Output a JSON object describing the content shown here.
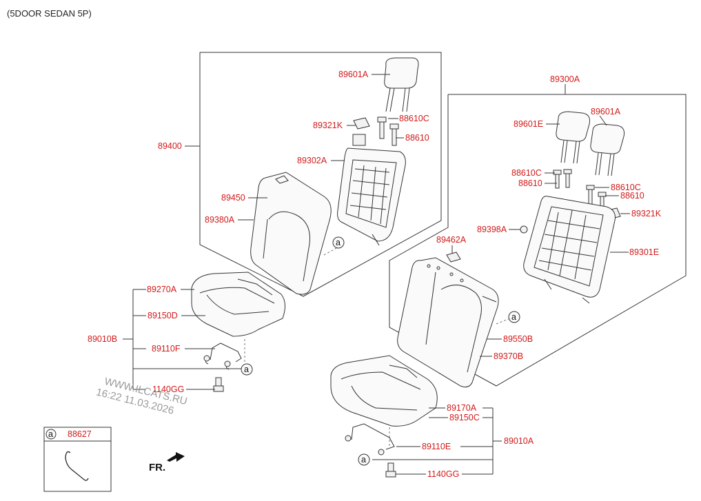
{
  "header": {
    "variant": "(5DOOR SEDAN 5P)"
  },
  "labels": {
    "p89601A_left": "89601A",
    "p89321K_left": "89321K",
    "p88610C_left": "88610C",
    "p88610_left": "88610",
    "p89400": "89400",
    "p89302A": "89302A",
    "p89450": "89450",
    "p89380A": "89380A",
    "p89270A": "89270A",
    "p89150D": "89150D",
    "p89010B": "89010B",
    "p89110F": "89110F",
    "p1140GG_left": "1140GG",
    "p89300A": "89300A",
    "p89601E": "89601E",
    "p89601A_right": "89601A",
    "p88610C_r1": "88610C",
    "p88610_r1": "88610",
    "p88610C_r2": "88610C",
    "p88610_r2": "88610",
    "p89321K_right": "89321K",
    "p89398A": "89398A",
    "p89301E": "89301E",
    "p89462A": "89462A",
    "p89550B": "89550B",
    "p89370B": "89370B",
    "p89170A": "89170A",
    "p89150C": "89150C",
    "p89010A": "89010A",
    "p89110E": "89110E",
    "p1140GG_right": "1140GG"
  },
  "refmark": "a",
  "legend": {
    "ref": "a",
    "part": "88627"
  },
  "direction": "FR.",
  "watermark": {
    "line1": "WWW.ILCATS.RU",
    "line2": "16:22 11.03.2026"
  },
  "colors": {
    "callout": "#d21919",
    "lines": "#333333",
    "watermark": "#9a9a9a"
  }
}
